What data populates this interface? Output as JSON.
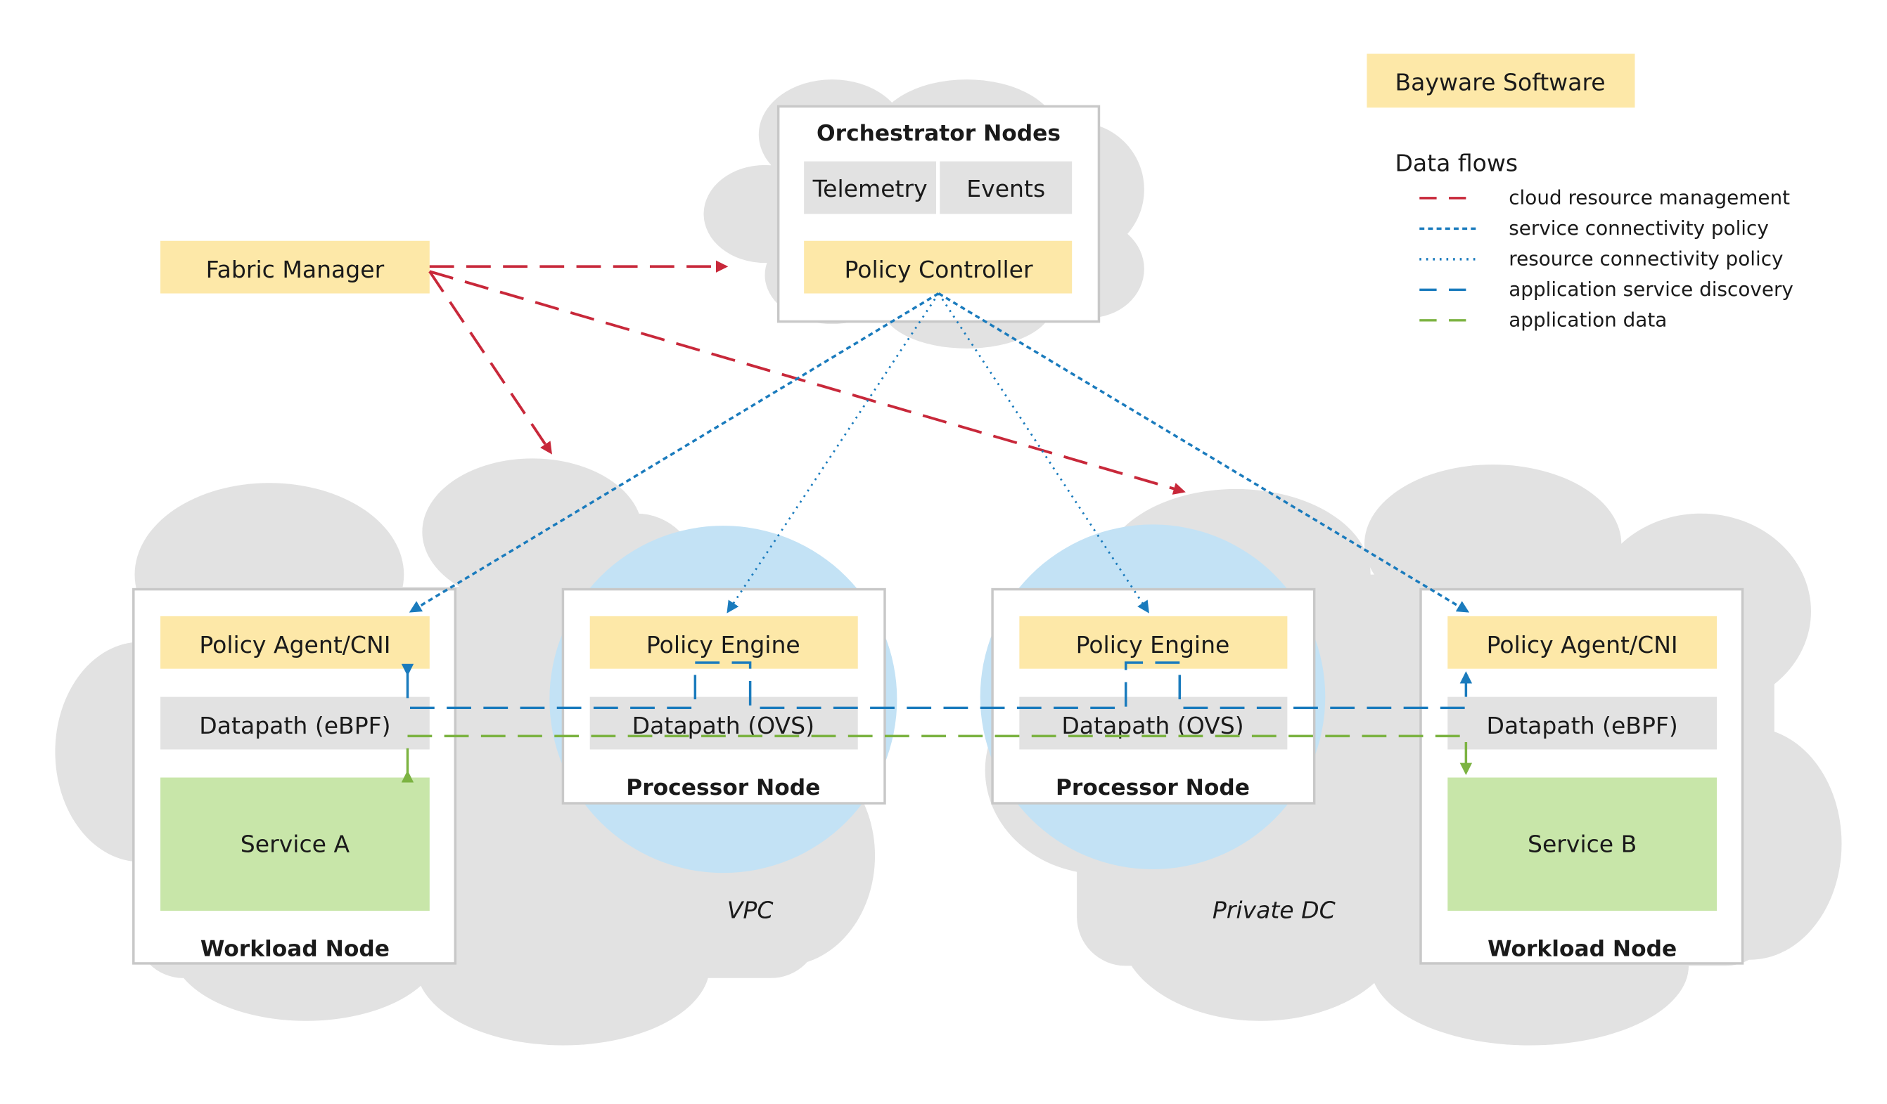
{
  "legend": {
    "software_label": "Bayware Software",
    "title": "Data flows",
    "items": [
      {
        "label": "cloud resource management",
        "color": "#c8283a",
        "style": "dashed-long"
      },
      {
        "label": "service connectivity policy",
        "color": "#1a7bbd",
        "style": "dashed-short"
      },
      {
        "label": "resource connectivity policy",
        "color": "#1a7bbd",
        "style": "dotted"
      },
      {
        "label": "application service discovery",
        "color": "#1a7bbd",
        "style": "dashed-long"
      },
      {
        "label": "application data",
        "color": "#7cb342",
        "style": "dashed-long"
      }
    ]
  },
  "fabric_manager": "Fabric Manager",
  "orchestrator": {
    "title": "Orchestrator Nodes",
    "telemetry": "Telemetry",
    "events": "Events",
    "policy_controller": "Policy Controller"
  },
  "workload_left": {
    "agent": "Policy Agent/CNI",
    "datapath": "Datapath (eBPF)",
    "service": "Service A",
    "title": "Workload Node"
  },
  "processor_left": {
    "engine": "Policy Engine",
    "datapath": "Datapath (OVS)",
    "title": "Processor Node"
  },
  "processor_right": {
    "engine": "Policy Engine",
    "datapath": "Datapath (OVS)",
    "title": "Processor Node"
  },
  "workload_right": {
    "agent": "Policy Agent/CNI",
    "datapath": "Datapath (eBPF)",
    "service": "Service B",
    "title": "Workload Node"
  },
  "clouds": {
    "vpc": "VPC",
    "private_dc": "Private DC"
  },
  "colors": {
    "cloud": "#e2e2e2",
    "bubble": "#c3e2f5",
    "software": "#fde8a8",
    "service": "#c8e6a9",
    "gray_box": "#e2e2e2",
    "red": "#c8283a",
    "blue": "#1a7bbd",
    "green": "#7cb342"
  }
}
